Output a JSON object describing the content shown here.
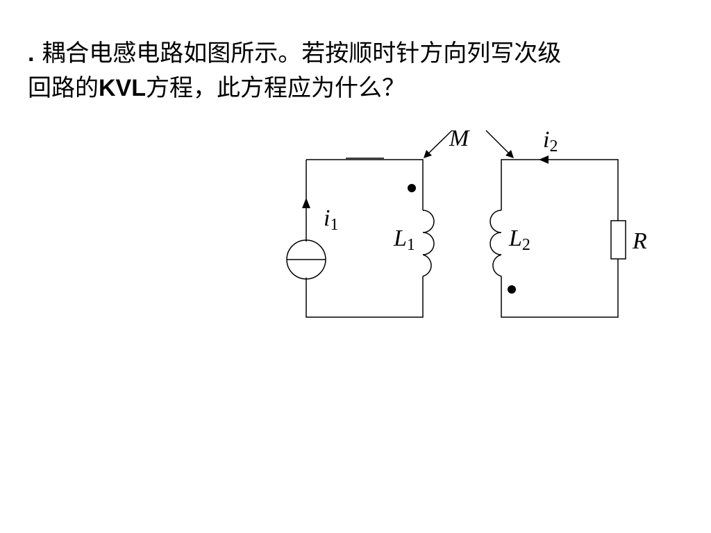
{
  "question": {
    "number": ".",
    "line1": "耦合电感电路如图所示。若按顺时针方向列写次级",
    "line2_pre": "回路的",
    "line2_bold": "KVL",
    "line2_post": "方程，此方程应为什么？"
  },
  "circuit": {
    "mutual_label": "M",
    "i2_letter": "i",
    "i2_sub": "2",
    "i1_letter": "i",
    "i1_sub": "1",
    "L1_letter": "L",
    "L1_sub": "1",
    "L2_letter": "L",
    "L2_sub": "2",
    "R_label": "R"
  }
}
